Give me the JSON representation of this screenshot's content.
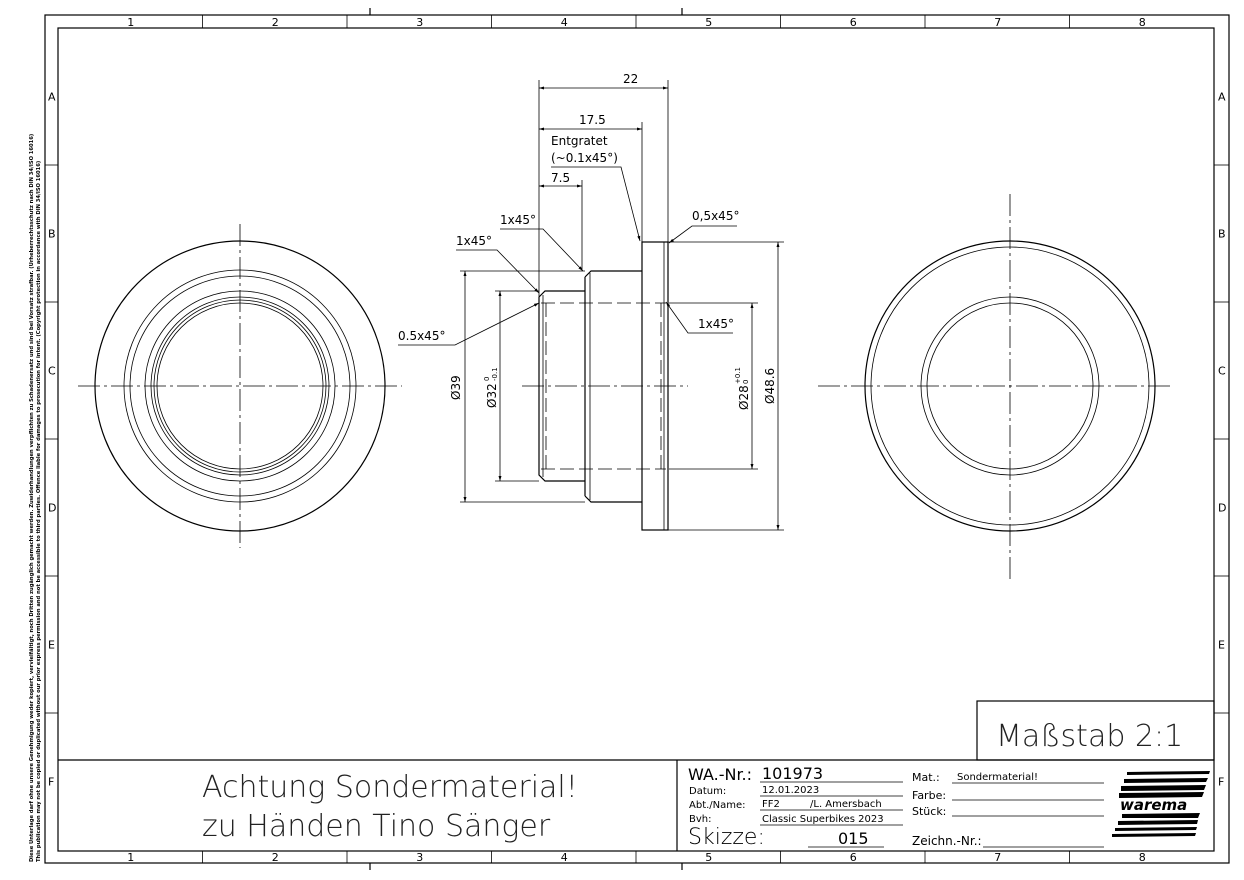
{
  "sheet": {
    "columns": [
      "1",
      "2",
      "3",
      "4",
      "5",
      "6",
      "7",
      "8"
    ],
    "rows": [
      "A",
      "B",
      "C",
      "D",
      "E",
      "F"
    ],
    "copyright_de": "Diese Unterlage darf ohne unsere Genehmigung weder kopiert, vervielfältigt, noch Dritten zugänglich gemacht werden. Zuwiderhandlungen verpflichten zu Schadenersatz und sind bei Vorsatz strafbar. (Urheberrechtsschutz nach DIN 34/ISO 16016)",
    "copyright_en": "This publication may not be copied or duplicated without our prior express permission and not be accessible to third parties. Offence liable for damages to prosecution for intent. (Copyright protection in accordance with DIN 34/ISO 16016)"
  },
  "dimensions": {
    "length_total": "22",
    "length_17_5": "17.5",
    "length_7_5": "7.5",
    "deburr_note_1": "Entgratet",
    "deburr_note_2": "(~0.1x45°)",
    "chamfer_mid": "1x45°",
    "chamfer_left": "1x45°",
    "chamfer_left_inner": "0.5x45°",
    "chamfer_flange": "0,5x45°",
    "chamfer_right_inner": "1x45°",
    "dia_39": "Ø39",
    "dia_32": "Ø32",
    "dia_32_tol_upper": "0",
    "dia_32_tol_lower": "-0.1",
    "dia_28": "Ø28",
    "dia_28_tol_upper": "+0.1",
    "dia_28_tol_lower": "0",
    "dia_48_6": "Ø48.6"
  },
  "scale_label": "Maßstab 2:1",
  "notes": {
    "line1": "Achtung Sondermaterial!",
    "line2": "zu Händen Tino Sänger"
  },
  "title_block": {
    "wa_label": "WA.-Nr.:",
    "wa_value": "101973",
    "datum_label": "Datum:",
    "datum_value": "12.01.2023",
    "abt_label": "Abt./Name:",
    "abt_value": "FF2",
    "name_value": "/L. Amersbach",
    "bvh_label": "Bvh:",
    "bvh_value": "Classic Superbikes 2023",
    "skizze_label": "Skizze:",
    "skizze_value": "015",
    "mat_label": "Mat.:",
    "mat_value": "Sondermaterial!",
    "farbe_label": "Farbe:",
    "stueck_label": "Stück:",
    "zeichn_label": "Zeichn.-Nr.:",
    "logo_text": "warema"
  }
}
